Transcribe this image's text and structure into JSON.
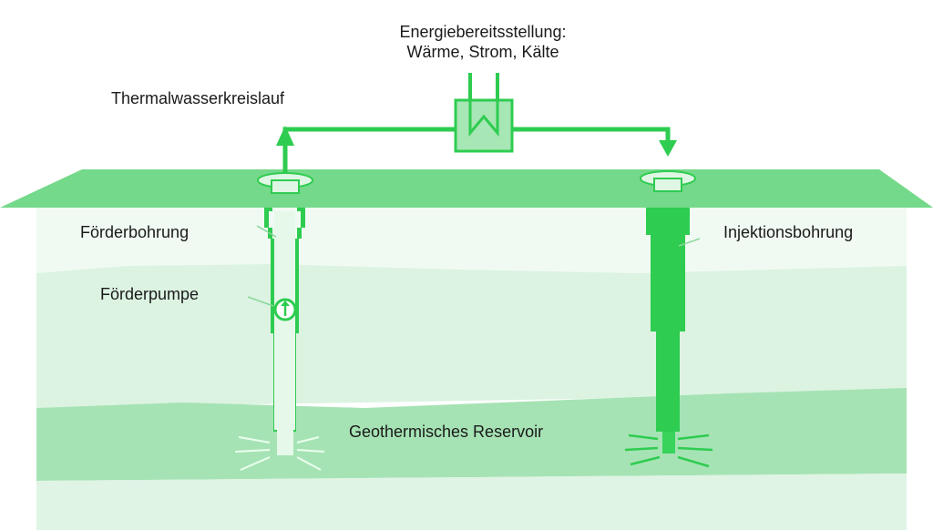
{
  "labels": {
    "energy_line1": "Energiebereitsstellung:",
    "energy_line2": "Wärme, Strom, Kälte",
    "circuit": "Thermalwasserkreislauf",
    "production_well": "Förderbohrung",
    "pump": "Förderpumpe",
    "injection_well": "Injektionsbohrung",
    "reservoir": "Geothermisches Reservoir"
  },
  "colors": {
    "accent": "#2ecc50",
    "surface": "#74d98a",
    "layer_light": "#e6f6ea",
    "layer_mid": "#d2efd9",
    "reservoir": "#9fe0ae",
    "bottom": "#d7f1de"
  }
}
